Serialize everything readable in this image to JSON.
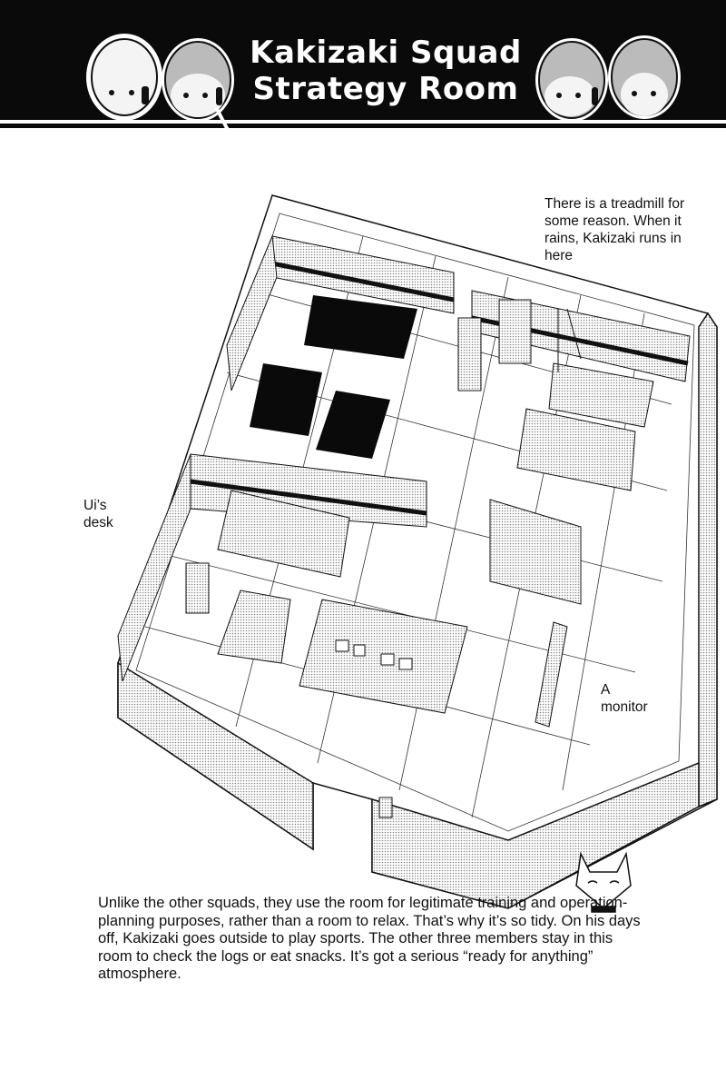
{
  "header": {
    "title_line1": "Kakizaki Squad",
    "title_line2": "Strategy Room",
    "character_faces": [
      "face-1",
      "face-2",
      "face-3",
      "face-4"
    ]
  },
  "annotations": {
    "treadmill": "There is a treadmill for some reason. When it rains, Kakizaki runs in here",
    "ui_desk": "Ui’s desk",
    "monitor": "A monitor"
  },
  "caption": "Unlike the other squads, they use the room for legitimate training and operation-planning purposes, rather than a room to relax. That’s why it’s so tidy. On his days off, Kakizaki goes outside to play sports. The other three members stay in this room to check the logs or eat snacks. It’s got a serious “ready for anything” atmosphere.",
  "colors": {
    "ink": "#0a0a0a",
    "paper": "#ffffff",
    "tone": "#cfcfcf"
  }
}
